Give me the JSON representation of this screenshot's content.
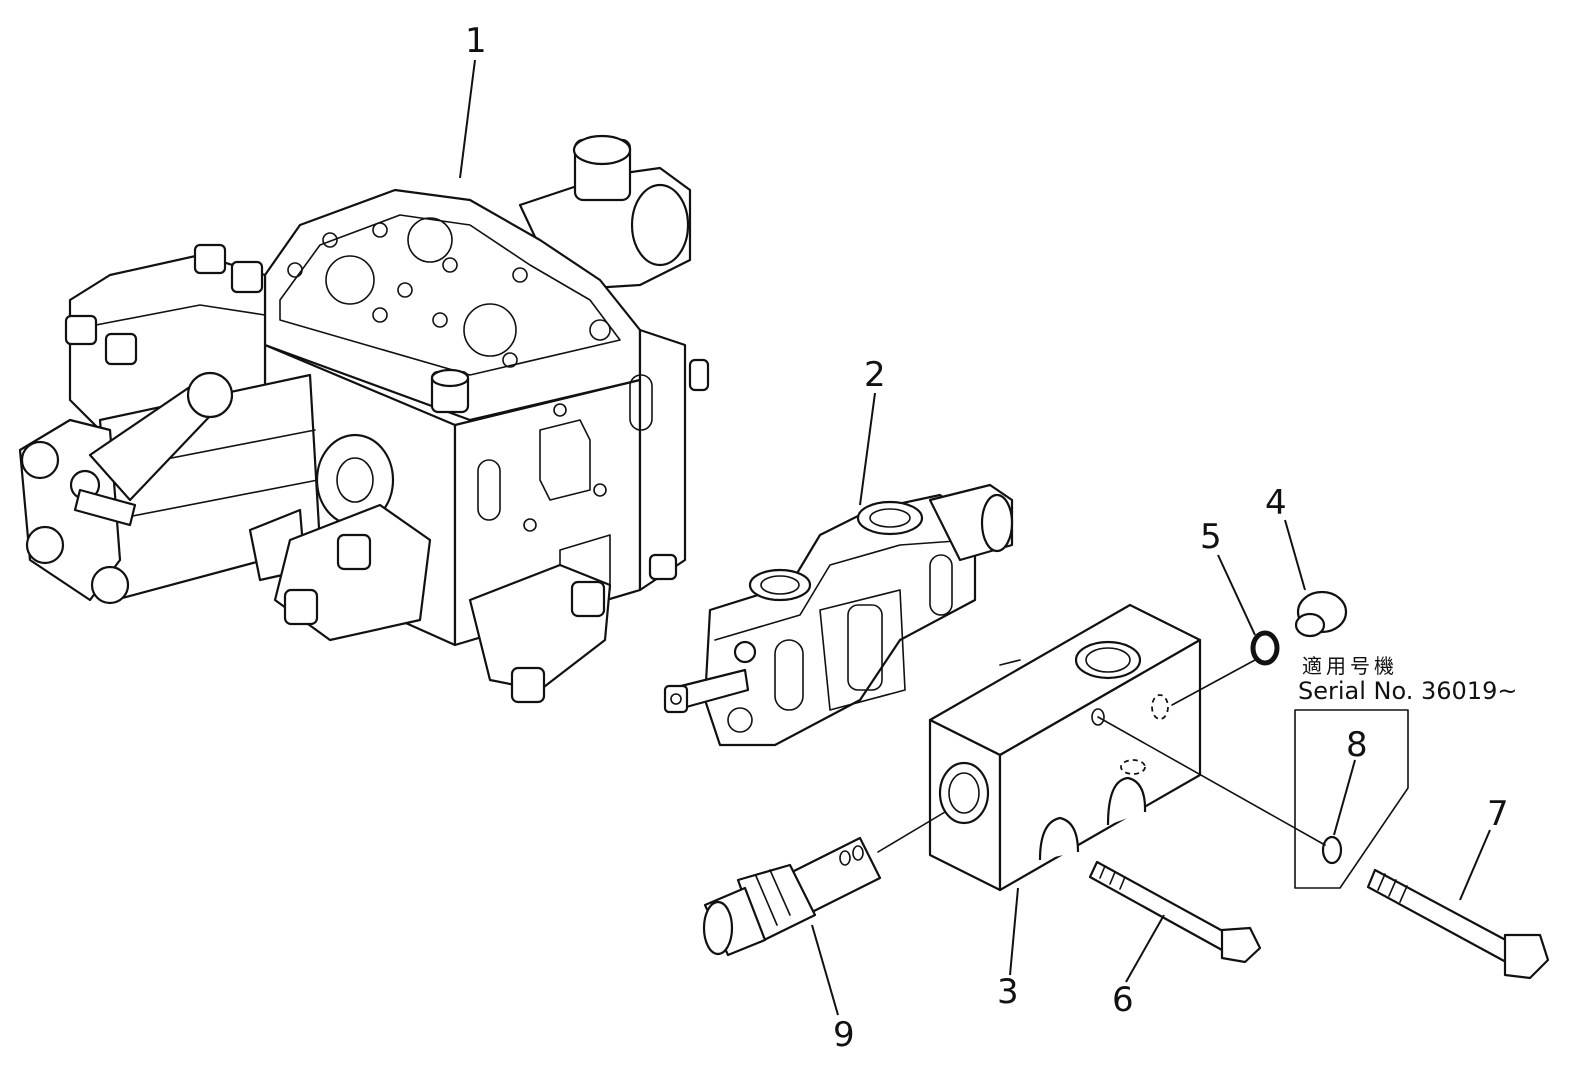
{
  "callouts": {
    "c1": "1",
    "c2": "2",
    "c3": "3",
    "c4": "4",
    "c5": "5",
    "c6": "6",
    "c7": "7",
    "c8": "8",
    "c9": "9"
  },
  "applicability_note": {
    "line1": "適用号機",
    "line2": "Serial No. 36019~"
  }
}
